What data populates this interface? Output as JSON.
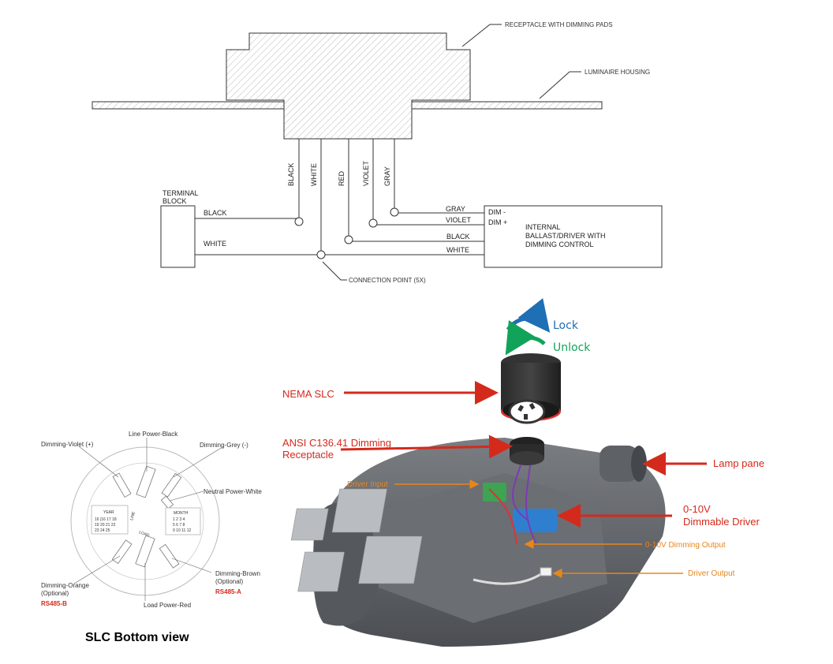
{
  "wiring": {
    "receptacle_label": "RECEPTACLE WITH DIMMING PADS",
    "housing_label": "LUMINAIRE HOUSING",
    "terminal_block_label": [
      "TERMINAL",
      "BLOCK"
    ],
    "wire_labels_vertical": [
      "BLACK",
      "WHITE",
      "RED",
      "VIOLET",
      "GRAY"
    ],
    "terminal_wires": [
      "BLACK",
      "WHITE"
    ],
    "driver_wires": [
      "GRAY",
      "VIOLET",
      "BLACK",
      "WHITE"
    ],
    "dim_minus": "DIM -",
    "dim_plus": "DIM +",
    "driver_box_label": [
      "INTERNAL",
      "BALLAST/DRIVER WITH",
      "DIMMING CONTROL"
    ],
    "connection_label": "CONNECTION POINT (5X)"
  },
  "slc": {
    "title": "SLC Bottom view",
    "pin_labels": {
      "top": "Line Power-Black",
      "violet": "Dimming-Violet (+)",
      "grey": "Dimming-Grey (-)",
      "neutral": "Neutral Power-White",
      "orange": [
        "Dimming-Orange",
        "(Optional)"
      ],
      "rs485b": "RS485-B",
      "brown": [
        "Dimming-Brown",
        "(Optional)"
      ],
      "rs485a": "RS485-A",
      "load": "Load Power-Red"
    },
    "date_grid": {
      "year_head": "YEAR",
      "year_rows": [
        "16 |16 17 18",
        "19 20 21 22",
        "23 24 25"
      ],
      "month_head": "MONTH",
      "month_rows": [
        "1 2 3 4",
        "5 6 7 8",
        "9 10 11 12"
      ]
    },
    "line_text": "LINE",
    "load_text": "LOAD"
  },
  "fixture": {
    "lock": "Lock",
    "unlock": "Unlock",
    "nema_slc": "NEMA SLC",
    "ansi": [
      "ANSI C136.41 Dimming",
      "Receptacle"
    ],
    "lamp_pane": "Lamp pane",
    "driver_input": "Driver Input",
    "dimmable_driver": [
      "0-10V",
      "Dimmable Driver"
    ],
    "dimming_output": "0-10V Dimming Output",
    "driver_output": "Driver Output",
    "colors": {
      "red": "#d42a1c",
      "orange": "#e8861b",
      "lock_blue": "#1f6fb5",
      "unlock_green": "#12a35a"
    }
  }
}
